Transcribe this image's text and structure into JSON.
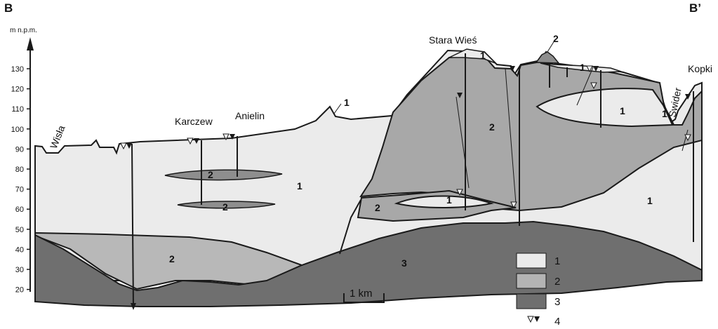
{
  "section": {
    "start_label": "B",
    "end_label": "B’"
  },
  "axis": {
    "unit_label": "m n.p.m.",
    "ticks": [
      "130",
      "120",
      "110",
      "100",
      "90",
      "80",
      "70",
      "60",
      "50",
      "40",
      "30",
      "20"
    ]
  },
  "places": {
    "wisla": "Wisła",
    "karczew": "Karczew",
    "anielin": "Anielin",
    "stara_wies": "Stara Wieś",
    "swider": "Świder",
    "kopki": "Kopki"
  },
  "unit_numbers": {
    "u1": "1",
    "u2": "2",
    "u3": "3"
  },
  "scale_bar": {
    "label": "1 km"
  },
  "legend": {
    "items": [
      {
        "label": "1",
        "color": "#ebebeb"
      },
      {
        "label": "2",
        "color": "#b4b4b4"
      },
      {
        "label": "3",
        "color": "#6f6f6f"
      },
      {
        "label": "4",
        "symbol": "water-table-triangles"
      }
    ]
  },
  "colors": {
    "unit1": "#ebebeb",
    "unit2_light": "#b4b4b4",
    "unit2_mid": "#a3a3a3",
    "unit3": "#6f6f6f",
    "line": "#1a1a1a"
  }
}
